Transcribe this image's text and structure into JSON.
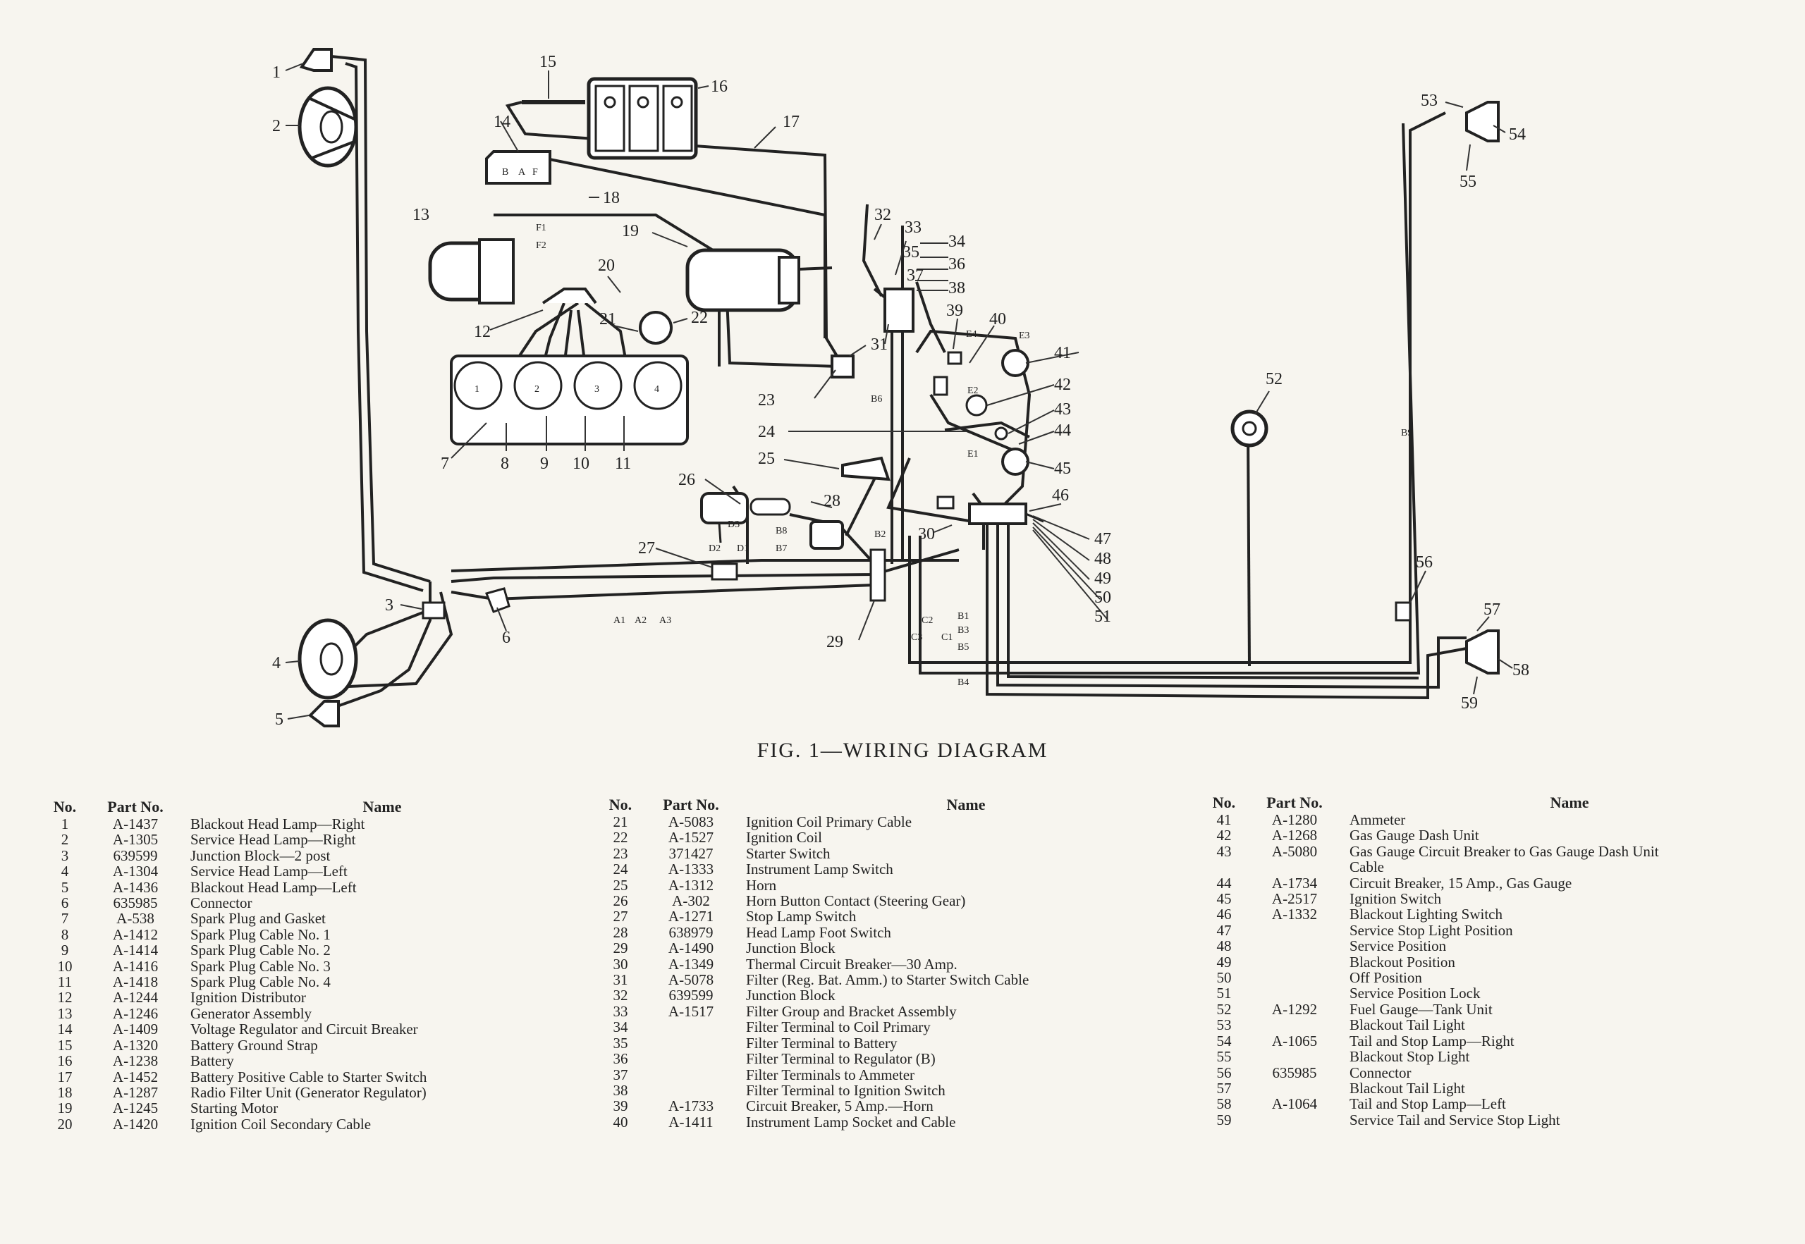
{
  "figure": {
    "caption": "FIG. 1—WIRING DIAGRAM"
  },
  "labels": {
    "callouts": [
      "1",
      "2",
      "3",
      "4",
      "5",
      "6",
      "7",
      "8",
      "9",
      "10",
      "11",
      "12",
      "13",
      "14",
      "15",
      "16",
      "17",
      "18",
      "19",
      "20",
      "21",
      "22",
      "23",
      "24",
      "25",
      "26",
      "27",
      "28",
      "29",
      "30",
      "31",
      "32",
      "33",
      "34",
      "35",
      "36",
      "37",
      "38",
      "39",
      "40",
      "41",
      "42",
      "43",
      "44",
      "45",
      "46",
      "47",
      "48",
      "49",
      "50",
      "51",
      "52",
      "53",
      "54",
      "55",
      "56",
      "57",
      "58",
      "59"
    ],
    "wires": [
      "A1",
      "A2",
      "A3",
      "C1",
      "C2",
      "C3",
      "B1",
      "B3",
      "B5",
      "B4",
      "B6",
      "B7",
      "B8",
      "B2",
      "B9",
      "D1",
      "D2",
      "D3",
      "E1",
      "E2",
      "E3",
      "E4",
      "F1",
      "F2",
      "B",
      "A",
      "F"
    ],
    "gauge_numbers": [
      "1",
      "2",
      "3",
      "4"
    ]
  },
  "table": {
    "headers": {
      "no": "No.",
      "part": "Part No.",
      "name": "Name"
    },
    "columns": [
      [
        {
          "no": "1",
          "part": "A-1437",
          "name": "Blackout Head Lamp—Right"
        },
        {
          "no": "2",
          "part": "A-1305",
          "name": "Service Head Lamp—Right"
        },
        {
          "no": "3",
          "part": "639599",
          "name": "Junction Block—2 post"
        },
        {
          "no": "4",
          "part": "A-1304",
          "name": "Service Head Lamp—Left"
        },
        {
          "no": "5",
          "part": "A-1436",
          "name": "Blackout Head Lamp—Left"
        },
        {
          "no": "6",
          "part": "635985",
          "name": "Connector"
        },
        {
          "no": "7",
          "part": "A-538",
          "name": "Spark Plug and Gasket"
        },
        {
          "no": "8",
          "part": "A-1412",
          "name": "Spark Plug Cable No. 1"
        },
        {
          "no": "9",
          "part": "A-1414",
          "name": "Spark Plug Cable No. 2"
        },
        {
          "no": "10",
          "part": "A-1416",
          "name": "Spark Plug Cable No. 3"
        },
        {
          "no": "11",
          "part": "A-1418",
          "name": "Spark Plug Cable No. 4"
        },
        {
          "no": "12",
          "part": "A-1244",
          "name": "Ignition Distributor"
        },
        {
          "no": "13",
          "part": "A-1246",
          "name": "Generator Assembly"
        },
        {
          "no": "14",
          "part": "A-1409",
          "name": "Voltage Regulator and Circuit Breaker"
        },
        {
          "no": "15",
          "part": "A-1320",
          "name": "Battery Ground Strap"
        },
        {
          "no": "16",
          "part": "A-1238",
          "name": "Battery"
        },
        {
          "no": "17",
          "part": "A-1452",
          "name": "Battery Positive Cable to Starter Switch"
        },
        {
          "no": "18",
          "part": "A-1287",
          "name": "Radio Filter Unit (Generator Regulator)"
        },
        {
          "no": "19",
          "part": "A-1245",
          "name": "Starting Motor"
        },
        {
          "no": "20",
          "part": "A-1420",
          "name": "Ignition Coil Secondary Cable"
        }
      ],
      [
        {
          "no": "21",
          "part": "A-5083",
          "name": "Ignition Coil Primary Cable"
        },
        {
          "no": "22",
          "part": "A-1527",
          "name": "Ignition Coil"
        },
        {
          "no": "23",
          "part": "371427",
          "name": "Starter Switch"
        },
        {
          "no": "24",
          "part": "A-1333",
          "name": "Instrument Lamp Switch"
        },
        {
          "no": "25",
          "part": "A-1312",
          "name": "Horn"
        },
        {
          "no": "26",
          "part": "A-302",
          "name": "Horn Button Contact (Steering Gear)"
        },
        {
          "no": "27",
          "part": "A-1271",
          "name": "Stop Lamp Switch"
        },
        {
          "no": "28",
          "part": "638979",
          "name": "Head Lamp Foot Switch"
        },
        {
          "no": "29",
          "part": "A-1490",
          "name": "Junction Block"
        },
        {
          "no": "30",
          "part": "A-1349",
          "name": "Thermal Circuit Breaker—30 Amp."
        },
        {
          "no": "31",
          "part": "A-5078",
          "name": "Filter (Reg. Bat. Amm.) to Starter Switch Cable"
        },
        {
          "no": "32",
          "part": "639599",
          "name": "Junction Block"
        },
        {
          "no": "33",
          "part": "A-1517",
          "name": "Filter Group and Bracket Assembly"
        },
        {
          "no": "34",
          "part": "",
          "name": "Filter Terminal to Coil Primary"
        },
        {
          "no": "35",
          "part": "",
          "name": "Filter Terminal to Battery"
        },
        {
          "no": "36",
          "part": "",
          "name": "Filter Terminal to Regulator (B)"
        },
        {
          "no": "37",
          "part": "",
          "name": "Filter Terminals to Ammeter"
        },
        {
          "no": "38",
          "part": "",
          "name": "Filter Terminal to Ignition Switch"
        },
        {
          "no": "39",
          "part": "A-1733",
          "name": "Circuit Breaker, 5 Amp.—Horn"
        },
        {
          "no": "40",
          "part": "A-1411",
          "name": "Instrument Lamp Socket and Cable"
        }
      ],
      [
        {
          "no": "41",
          "part": "A-1280",
          "name": "Ammeter"
        },
        {
          "no": "42",
          "part": "A-1268",
          "name": "Gas Gauge Dash Unit"
        },
        {
          "no": "43",
          "part": "A-5080",
          "name": "Gas Gauge Circuit Breaker to Gas Gauge Dash Unit"
        },
        {
          "no": "",
          "part": "",
          "name": "Cable"
        },
        {
          "no": "44",
          "part": "A-1734",
          "name": "Circuit Breaker, 15 Amp., Gas Gauge"
        },
        {
          "no": "45",
          "part": "A-2517",
          "name": "Ignition Switch"
        },
        {
          "no": "46",
          "part": "A-1332",
          "name": "Blackout Lighting Switch"
        },
        {
          "no": "47",
          "part": "",
          "name": "Service Stop Light Position"
        },
        {
          "no": "48",
          "part": "",
          "name": "Service Position"
        },
        {
          "no": "49",
          "part": "",
          "name": "Blackout Position"
        },
        {
          "no": "50",
          "part": "",
          "name": "Off Position"
        },
        {
          "no": "51",
          "part": "",
          "name": "Service Position Lock"
        },
        {
          "no": "52",
          "part": "A-1292",
          "name": "Fuel Gauge—Tank Unit"
        },
        {
          "no": "53",
          "part": "",
          "name": "Blackout Tail Light"
        },
        {
          "no": "54",
          "part": "A-1065",
          "name": "Tail and Stop Lamp—Right"
        },
        {
          "no": "55",
          "part": "",
          "name": "Blackout Stop Light"
        },
        {
          "no": "56",
          "part": "635985",
          "name": "Connector"
        },
        {
          "no": "57",
          "part": "",
          "name": "Blackout Tail Light"
        },
        {
          "no": "58",
          "part": "A-1064",
          "name": "Tail and Stop Lamp—Left"
        },
        {
          "no": "59",
          "part": "",
          "name": "Service Tail and Service Stop Light"
        }
      ]
    ]
  },
  "colors": {
    "paper": "#f7f5ef",
    "ink": "#222222"
  }
}
